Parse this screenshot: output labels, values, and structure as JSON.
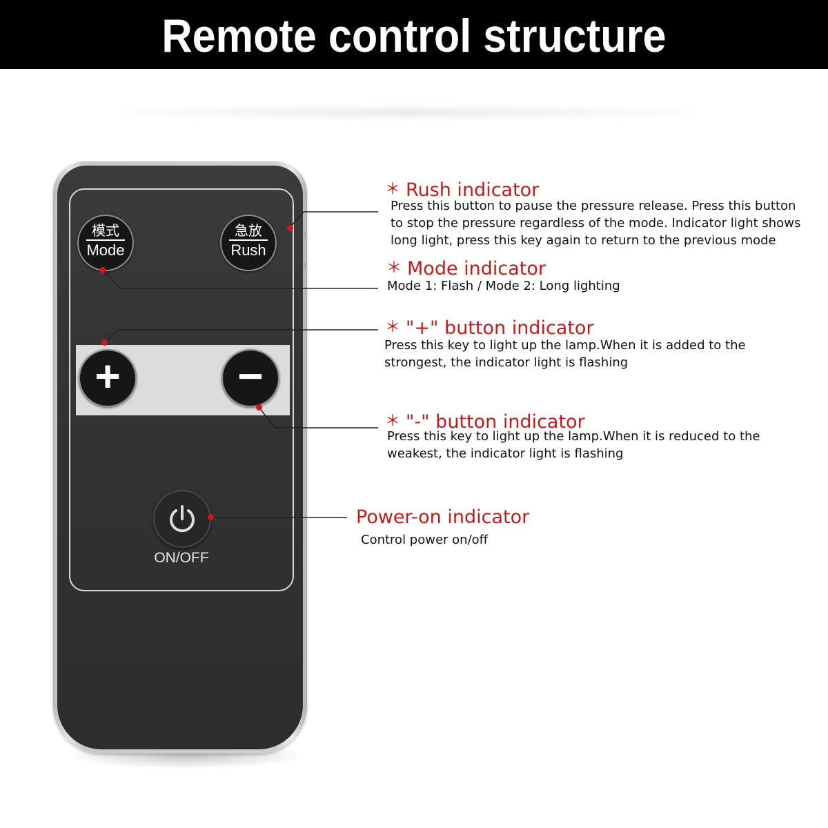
{
  "header": {
    "title": "Remote control structure"
  },
  "remote": {
    "mode_button": {
      "label_cn": "模式",
      "label_en": "Mode"
    },
    "rush_button": {
      "label_cn": "急放",
      "label_en": "Rush"
    },
    "plus_button": {
      "symbol": "+"
    },
    "minus_button": {
      "symbol": "−"
    },
    "power_button": {
      "label": "ON/OFF",
      "icon": "power-icon"
    }
  },
  "annotations": {
    "rush": {
      "marker": "＊",
      "title": "Rush indicator",
      "description": "Press this button to pause the pressure release. Press this button to stop the pressure regardless of the mode. Indicator light shows long light, press this key again to return to the previous mode"
    },
    "mode": {
      "marker": "＊",
      "title": "Mode indicator",
      "description": "Mode 1: Flash / Mode 2: Long lighting"
    },
    "plus": {
      "marker": "＊",
      "title": "\"+\" button indicator",
      "description": "Press this key to light up the lamp.When it is added to the strongest, the indicator light is flashing"
    },
    "minus": {
      "marker": "＊",
      "title": "\"-\" button indicator",
      "description": "Press this key to light up the lamp.When it is reduced to the weakest, the indicator light is flashing"
    },
    "power": {
      "title": "Power-on indicator",
      "description": "Control power on/off"
    }
  },
  "colors": {
    "accent": "#c01c1c",
    "marker_dot": "#d4141b",
    "remote_body": "#333333",
    "banner": "#000000"
  }
}
